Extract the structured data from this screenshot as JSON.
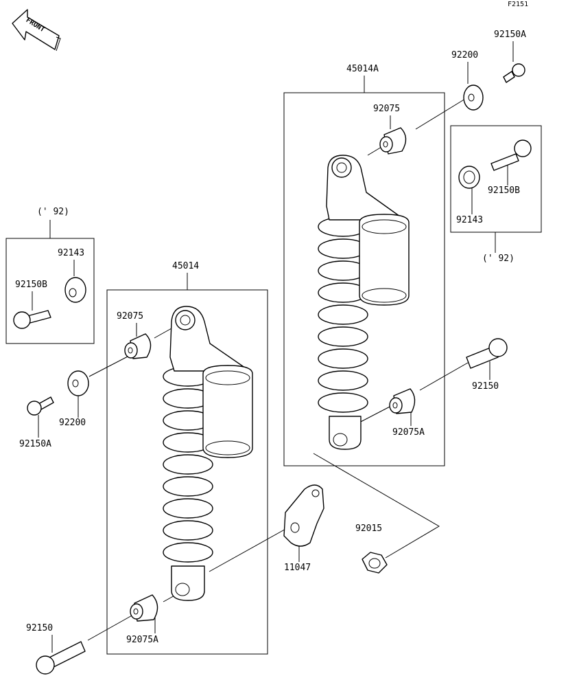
{
  "figure_id": "F2151",
  "front_label": "FRONT",
  "labels": {
    "p45014A": "45014A",
    "p45014": "45014",
    "p92200_r": "92200",
    "p92150A_r": "92150A",
    "p92075_r": "92075",
    "p92150B_r": "92150B",
    "p92143_r": "92143",
    "note_r": "(' 92)",
    "note_l": "(' 92)",
    "p92143_l": "92143",
    "p92150B_l": "92150B",
    "p92075_l": "92075",
    "p92200_l": "92200",
    "p92150A_l": "92150A",
    "p92150_r": "92150",
    "p92075A_r": "92075A",
    "p92015": "92015",
    "p11047": "11047",
    "p92150_l": "92150",
    "p92075A_l": "92075A"
  },
  "colors": {
    "ink": "#000000",
    "paper": "#ffffff"
  }
}
